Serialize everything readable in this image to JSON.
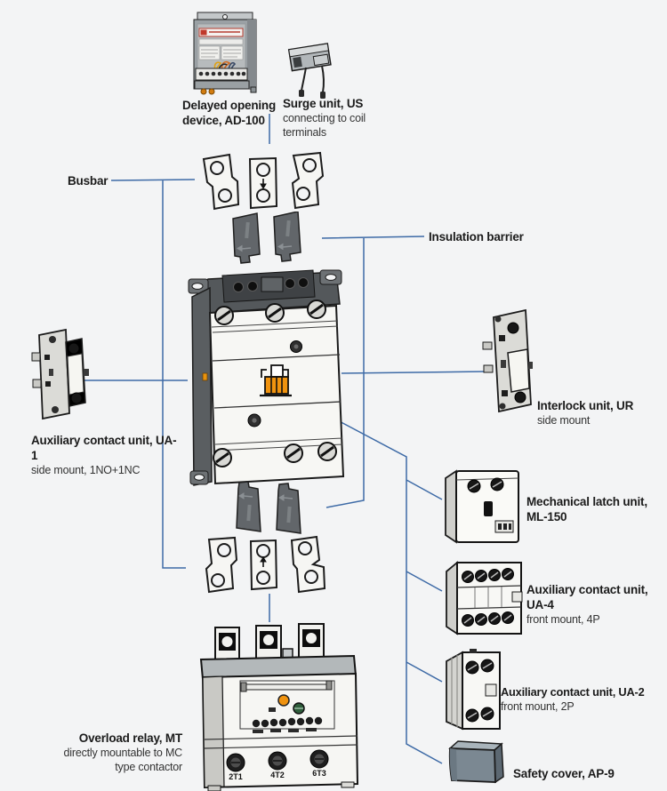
{
  "page": {
    "background": "#f3f4f5",
    "connector_color": "#3d6aa6",
    "accent_orange": "#f0930f",
    "barrier_gray": "#63676a",
    "cover_gray_blue": "#7b8892"
  },
  "labels": {
    "busbar": {
      "title": "Busbar"
    },
    "delayed_opening": {
      "title": "Delayed opening device, AD-100"
    },
    "surge": {
      "title": "Surge unit, US",
      "subtitle": "connecting to coil terminals"
    },
    "insulation_barrier": {
      "title": "Insulation barrier"
    },
    "aux_ua1": {
      "title": "Auxiliary contact unit, UA-1",
      "subtitle": "side mount, 1NO+1NC"
    },
    "interlock": {
      "title": "Interlock unit, UR",
      "subtitle": "side mount"
    },
    "mech_latch": {
      "title": "Mechanical latch unit, ML-150"
    },
    "aux_ua4": {
      "title": "Auxiliary contact unit, UA-4",
      "subtitle": "front mount, 4P"
    },
    "aux_ua2": {
      "title": "Auxiliary contact unit, UA-2",
      "subtitle": "front mount, 2P"
    },
    "safety_cover": {
      "title": "Safety cover, AP-9"
    },
    "overload_relay": {
      "title": "Overload relay, MT",
      "subtitle": "directly mountable to MC type contactor"
    }
  },
  "relay_terminals": {
    "t1": "2T1",
    "t2": "4T2",
    "t3": "6T3"
  }
}
